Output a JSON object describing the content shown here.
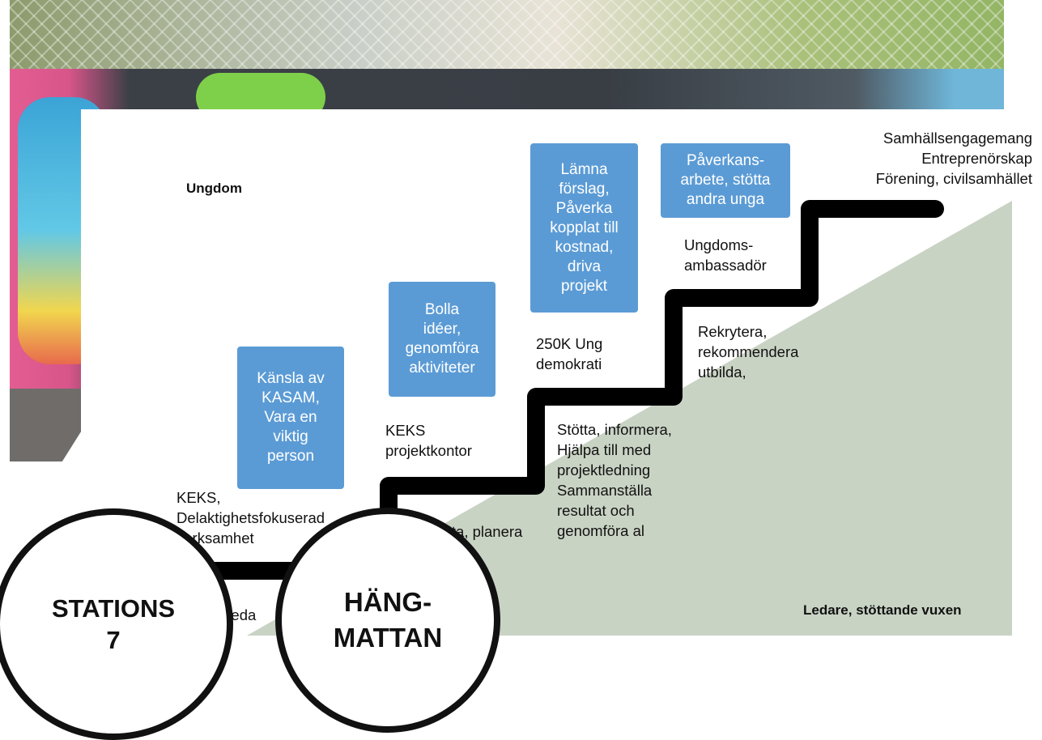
{
  "top_left_label": "Ungdom",
  "top_right_lines": "Samhällsengagemang\nEntreprenörskap\nFörening, civilsamhället",
  "bottom_right_label": "Ledare, stöttande vuxen",
  "boxes": [
    "Känsla av\nKASAM,\nVara en\nviktig\nperson",
    "Bolla\nidéer,\ngenomföra\naktiviteter",
    "Lämna\nförslag,\nPåverka\nkopplat till\nkostnad,\ndriva\nprojekt",
    "Påverkans-\narbete, stötta\nandra unga"
  ],
  "labels": {
    "keks_delaktighet": "KEKS,\nDelaktighetsfokuserad\nverksamhet",
    "keks_projektkontor": "KEKS\nprojektkontor",
    "ung_demokrati": "250K Ung\ndemokrati",
    "ungdomsambassador": "Ungdoms-\nambassadör",
    "stotta_planera": "Stötta, planera",
    "stotta_informera": "Stötta, informera,\nHjälpa till med\nprojektledning\nSammanställa\nresultat och\ngenomföra al",
    "rekrytera": "Rekrytera,\nrekommendera\nutbilda,",
    "meda": "meda"
  },
  "circles": {
    "stations": "STATIONS\n7",
    "hangmattan": "HÄNG-\nMATTAN"
  }
}
